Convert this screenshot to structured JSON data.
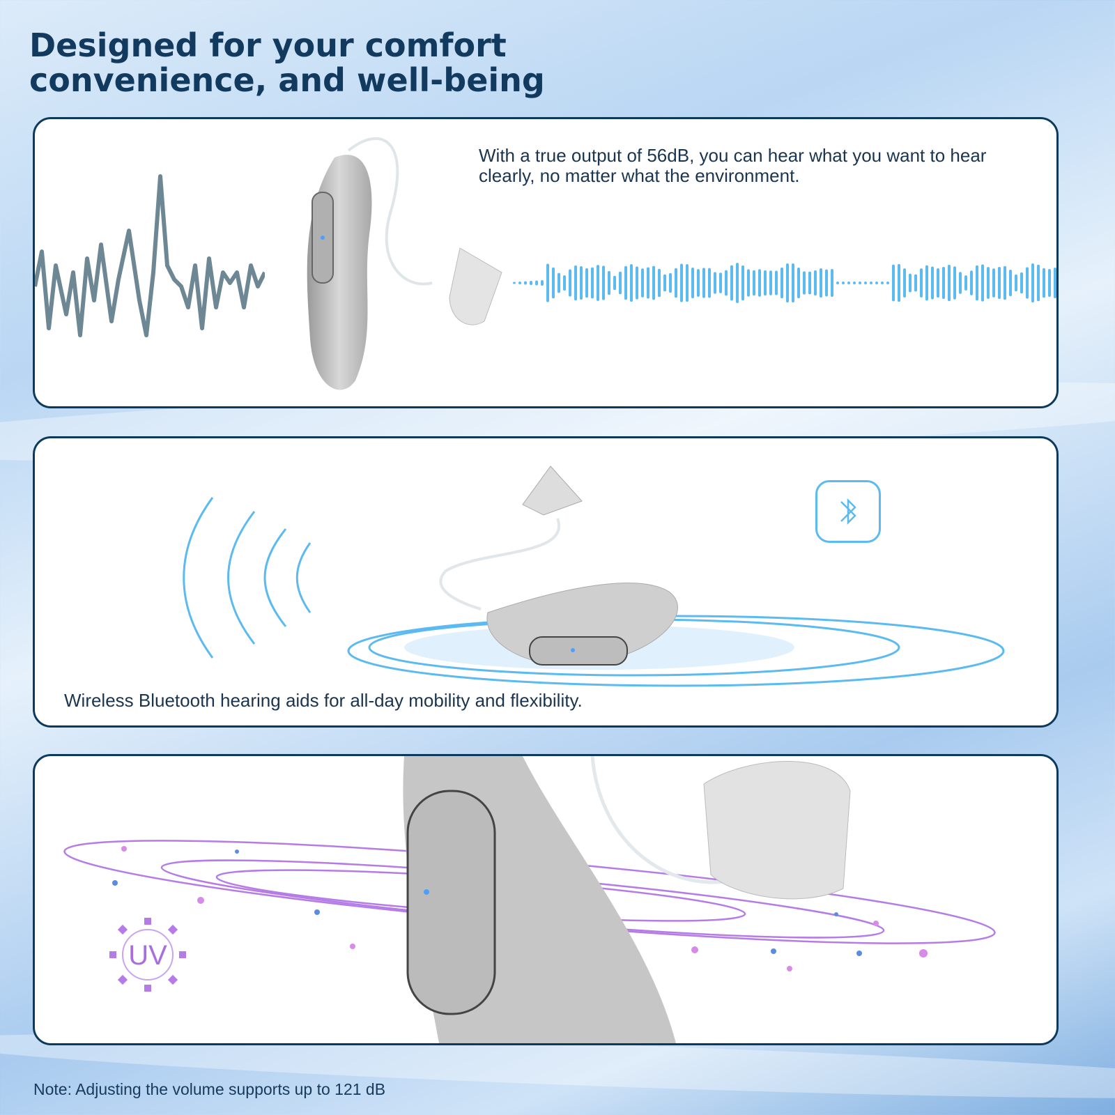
{
  "title": {
    "line1": "Designed for your comfort",
    "line2": "convenience, and well-being"
  },
  "panels": [
    {
      "text_line1": "With a true output of 56dB, you can hear what you want to hear",
      "text_line2": "clearly, no matter what the environment."
    },
    {
      "text": "Wireless Bluetooth hearing aids for all-day mobility and flexibility."
    },
    {
      "badge": "UV"
    }
  ],
  "note": "Note: Adjusting the volume supports up to 121 dB",
  "colors": {
    "navy": "#123a5e",
    "border": "#0d3a5c",
    "sound_blue": "#5bbaf0",
    "uv_purple": "#b57be6"
  }
}
